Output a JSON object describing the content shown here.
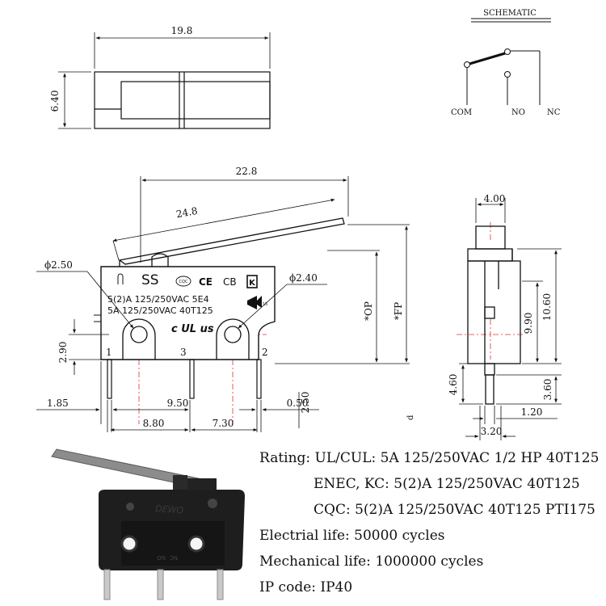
{
  "schematic": {
    "title": "SCHEMATIC",
    "com": "COM",
    "no": "NO",
    "nc": "NC"
  },
  "top_view": {
    "width_dim": "19.8",
    "height_dim": "6.40"
  },
  "side_view": {
    "dim_22_8": "22.8",
    "dim_24_8": "24.8",
    "hole_left": "ϕ2.50",
    "hole_right": "ϕ2.40",
    "dim_2_90": "2.90",
    "dim_1_85": "1.85",
    "dim_9_50": "9.50",
    "dim_0_50": "0.50",
    "dim_2_50": "2.50",
    "dim_8_80": "8.80",
    "dim_7_30": "7.30",
    "op": "*OP",
    "fp": "*FP",
    "pin1": "1",
    "pin3": "3",
    "pin2": "2",
    "marking": {
      "brand": "SS",
      "cqc": "CQC",
      "ce": "CE",
      "cb": "CB",
      "kc": "K",
      "line1": "5(2)A  125/250VAC  5E4",
      "line2": "5A  125/250VAC  40T125",
      "ul": "c UL us",
      "enec_num": "15"
    }
  },
  "end_view": {
    "dim_4_00": "4.00",
    "dim_9_90": "9.90",
    "dim_10_60": "10.60",
    "dim_4_60": "4.60",
    "dim_3_60": "3.60",
    "dim_1_20": "1.20",
    "dim_3_20": "3.20"
  },
  "photo": {
    "body_text": "DEWO",
    "pin_no": "NO",
    "pin_nc": "NC"
  },
  "specs": [
    "Rating: UL/CUL: 5A 125/250VAC 1/2 HP 40T125",
    "ENEC, KC: 5(2)A 125/250VAC 40T125",
    "CQC: 5(2)A 125/250VAC 40T125 PTI175",
    "Electrial life: 50000 cycles",
    "Mechanical life: 1000000 cycles",
    "IP code: IP40"
  ],
  "colors": {
    "line": "#111111",
    "center_line": "#e23030",
    "photo_body": "#1e1e1e",
    "photo_lever": "#8c8c8c"
  }
}
